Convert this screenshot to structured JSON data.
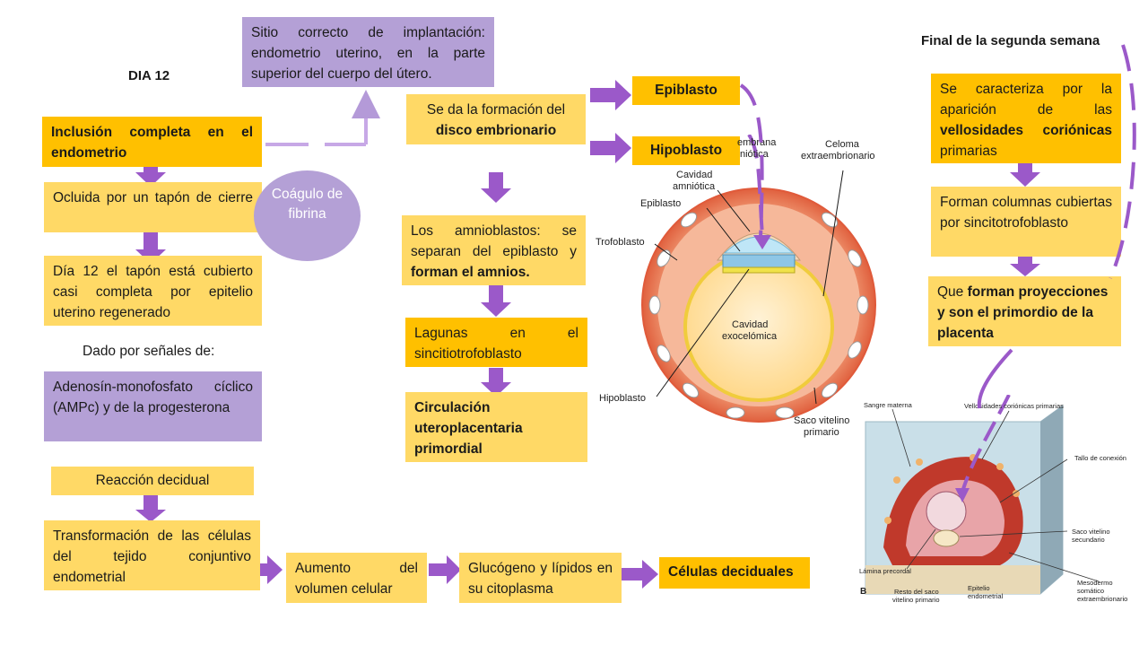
{
  "titles": {
    "day12": "DIA 12",
    "end_second_week": "Final de la segunda semana",
    "signals": "Dado por señales de:"
  },
  "left_column": {
    "inclusion": "Inclusión completa en el endometrio",
    "occluded": "Ocluida por un tapón de cierre",
    "day12_plug": "Día 12 el tapón está cubierto casi completa por epitelio uterino regenerado",
    "camp": "Adenosín-monofosfato cíclico (AMPc) y de la progesterona",
    "decidual_reaction": "Reacción decidual",
    "transformation": "Transformación de las células del tejido conjuntivo endometrial"
  },
  "fibrin_clot": "Coágulo de fibrina",
  "implantation_site": "Sitio correcto de implantación: endometrio uterino, en la parte superior del cuerpo del útero.",
  "bottom_row": {
    "volume": "Aumento del volumen celular",
    "glycogen": "Glucógeno y lípidos en su citoplasma",
    "decidual_cells": "Células deciduales"
  },
  "middle_column": {
    "formation_prefix": "Se da la formación del",
    "formation_bold": "disco embrionario",
    "epiblast": "Epiblasto",
    "hypoblast": "Hipoblasto",
    "amnioblasts_prefix": "Los amnioblastos: se separan del epiblasto y",
    "amnioblasts_bold": "forman el amnios.",
    "lacunae": "Lagunas en el sincitiotrofoblasto",
    "circulation": "Circulación uteroplacentaria primordial"
  },
  "right_column": {
    "characterized_prefix": "Se caracteriza por la aparición de las",
    "characterized_bold": "vellosidades coriónicas",
    "characterized_suffix": "primarias",
    "columns": "Forman columnas cubiertas por sincitotrofoblasto",
    "projections_prefix": "Que",
    "projections_bold1": "forman",
    "projections_bold2": "proyecciones y son el primordio de la placenta"
  },
  "embryo_figure": {
    "labels": {
      "membrana": "embrana",
      "amniotica": "niótica",
      "celoma": "Celoma",
      "extraembrionario": "extraembrionario",
      "cavidad1": "Cavidad",
      "amniotica2": "amniótica",
      "epiblasto": "Epiblasto",
      "trofoblasto": "Trofoblasto",
      "cavidad2": "Cavidad",
      "exocelomica": "exocelómica",
      "hipoblasto": "Hipoblasto",
      "saco1": "Saco vitelino",
      "saco2": "primario"
    }
  },
  "villi_figure": {
    "labels": {
      "sangre": "Sangre materna",
      "vellosidades": "Vellosidades coriónicas primarias",
      "tallo": "Tallo de conexión",
      "saco_sec1": "Saco vitelino",
      "saco_sec2": "secundario",
      "lamina": "Lámina precordal",
      "mesodermo1": "Mesodermo",
      "mesodermo2": "somático",
      "mesodermo3": "extraembrionario",
      "resto1": "Resto del saco",
      "resto2": "vitelino primario",
      "epitelio1": "Epitelio",
      "epitelio2": "endometrial",
      "b": "B"
    }
  },
  "colors": {
    "light_yellow": "#ffd966",
    "orange": "#ffc000",
    "purple": "#b4a0d6",
    "arrow": "#9b59c9"
  }
}
